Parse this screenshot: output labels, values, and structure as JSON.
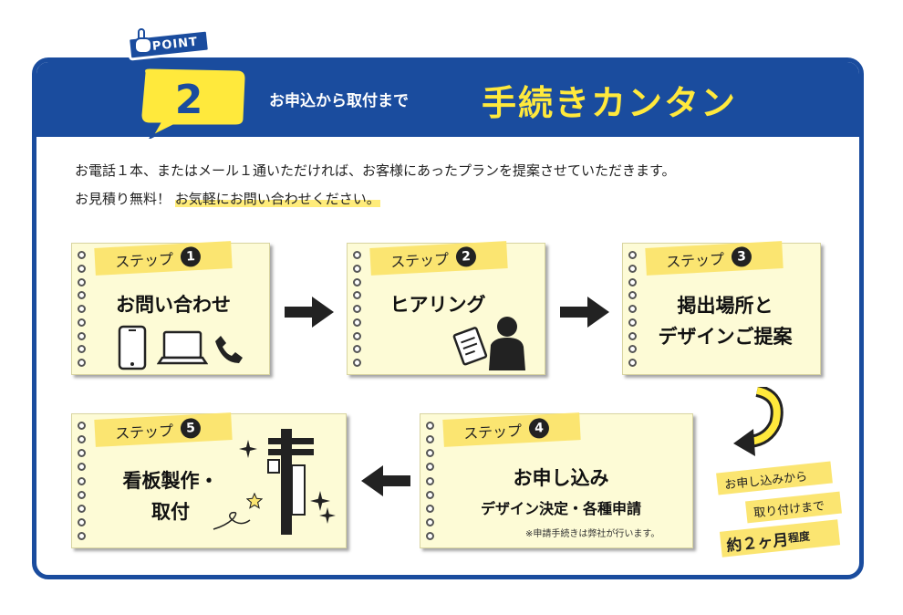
{
  "header": {
    "point_label": "POINT",
    "point_number": "2",
    "subtitle": "お申込から取付まで",
    "title": "手続きカンタン"
  },
  "intro": {
    "line1": "お電話１本、またはメール１通いただければ、お客様にあったプランを提案させていただきます。",
    "line2_plain": "お見積り無料！",
    "line2_highlight": "お気軽にお問い合わせください。"
  },
  "steps": [
    {
      "label": "ステップ",
      "number": "1",
      "title": "お問い合わせ"
    },
    {
      "label": "ステップ",
      "number": "2",
      "title": "ヒアリング"
    },
    {
      "label": "ステップ",
      "number": "3",
      "title_line1": "掲出場所と",
      "title_line2": "デザインご提案"
    },
    {
      "label": "ステップ",
      "number": "4",
      "title": "お申し込み",
      "subtitle": "デザイン決定・各種申請",
      "note": "※申請手続きは弊社が行います。"
    },
    {
      "label": "ステップ",
      "number": "5",
      "title_line1": "看板製作・",
      "title_line2": "取付"
    }
  ],
  "timeline": {
    "line1": "お申し込みから",
    "line2": "取り付けまで",
    "line3_main": "約２ヶ月",
    "line3_suffix": "程度"
  },
  "colors": {
    "brand_blue": "#1a4c9e",
    "accent_yellow": "#ffe93c",
    "card_bg": "#fdfbd6",
    "tape": "#fbe571"
  },
  "icons": [
    "hand-point-icon",
    "smartphone-icon",
    "laptop-icon",
    "phone-handset-icon",
    "clipboard-person-icon",
    "signboard-pole-icon",
    "sparkle-icon",
    "star-icon",
    "curved-arrow-icon"
  ]
}
